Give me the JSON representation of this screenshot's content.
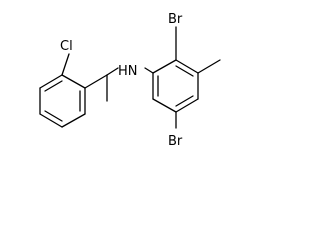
{
  "molecule": {
    "labels": {
      "chlorine": "Cl",
      "amine": "HN",
      "bromine_top": "Br",
      "bromine_bottom": "Br"
    },
    "colors": {
      "bond": "#000000",
      "background": "#ffffff"
    }
  }
}
